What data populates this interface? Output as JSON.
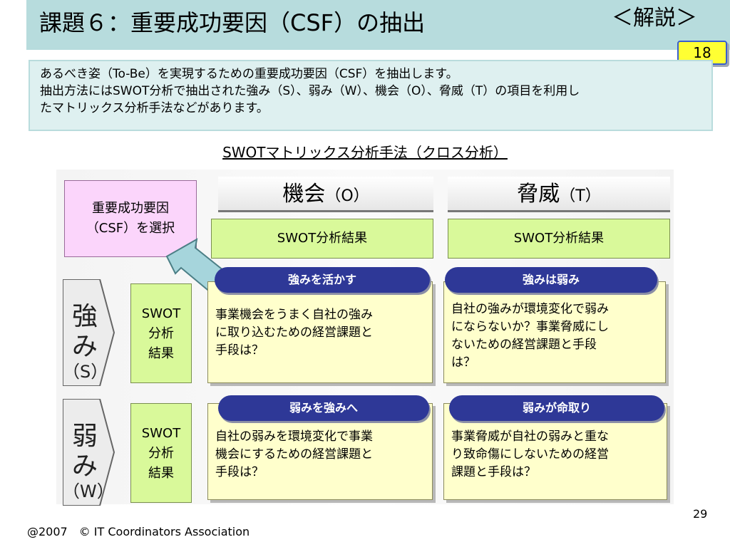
{
  "header": {
    "title": "課題６：重要成功要因（CSF）の抽出",
    "right_label": "＜解説＞",
    "badge": "18"
  },
  "intro": {
    "line1": "あるべき姿（To-Be）を実現するための重要成功要因（CSF）を抽出します。",
    "line2": "抽出方法にはSWOT分析で抽出された強み（S）、弱み（W）、機会（O）、脅威（T）の項目を利用し",
    "line3": "たマトリックス分析手法などがあります。"
  },
  "diagram": {
    "title": "SWOTマトリックス分析手法（クロス分析）",
    "csf": {
      "line1": "重要成功要因",
      "line2": "（CSF）を選択"
    },
    "columns": [
      {
        "label": "機会",
        "sub": "（O）",
        "result": "SWOT分析結果"
      },
      {
        "label": "脅威",
        "sub": "（T）",
        "result": "SWOT分析結果"
      }
    ],
    "rows": [
      {
        "label1": "強",
        "label2": "み",
        "sub": "（S）",
        "result1": "SWOT",
        "result2": "分析",
        "result3": "結果"
      },
      {
        "label1": "弱",
        "label2": "み",
        "sub": "（W）",
        "result1": "SWOT",
        "result2": "分析",
        "result3": "結果"
      }
    ],
    "cells": [
      {
        "pill": "強みを活かす",
        "l1": "事業機会をうまく自社の強み",
        "l2": "に取り込むための経営課題と",
        "l3": "手段は？",
        "l4": ""
      },
      {
        "pill": "強みは弱み",
        "l1": "自社の強みが環境変化で弱み",
        "l2": "にならないか？事業脅威にし",
        "l3": "ないための経営課題と手段",
        "l4": "は？"
      },
      {
        "pill": "弱みを強みへ",
        "l1": "自社の弱みを環境変化で事業",
        "l2": "機会にするための経営課題と",
        "l3": "手段は？",
        "l4": ""
      },
      {
        "pill": "弱みが命取り",
        "l1": "事業脅威が自社の弱みと重な",
        "l2": "り致命傷にしないための経営",
        "l3": "課題と手段は？",
        "l4": ""
      }
    ]
  },
  "footer": {
    "left": "@2007　© IT Coordinators Association",
    "page_number": "29"
  }
}
